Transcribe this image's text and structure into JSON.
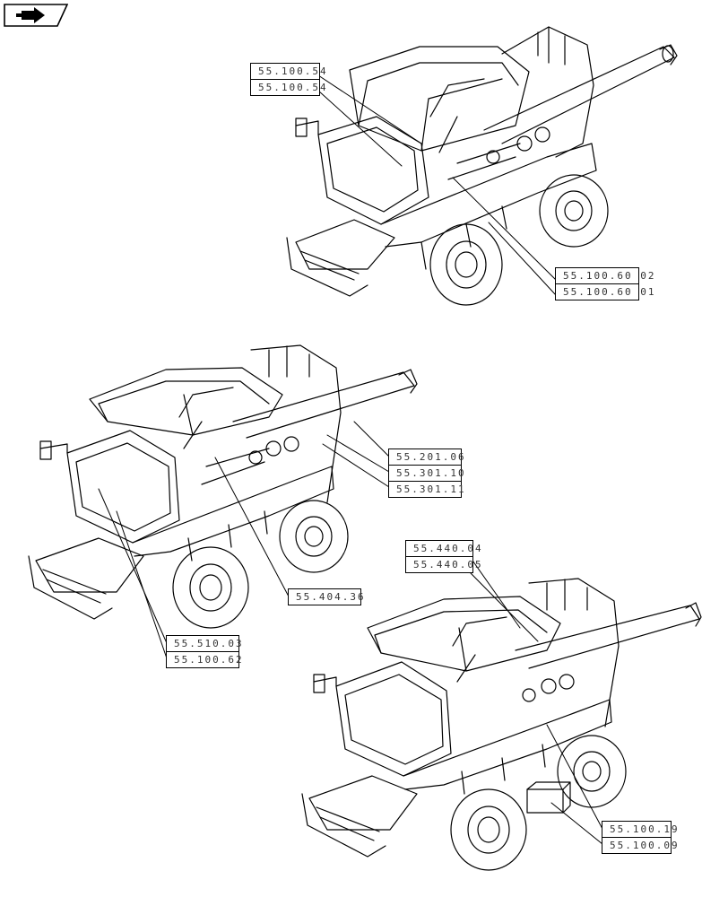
{
  "nav": {
    "icon": "next-page-arrow-icon"
  },
  "callouts": {
    "a": [
      "55.100.54",
      "55.100.54"
    ],
    "b": [
      "55.100.60 02",
      "55.100.60 01"
    ],
    "c": [
      "55.201.06",
      "55.301.10",
      "55.301.11"
    ],
    "d": [
      "55.404.36"
    ],
    "e": [
      "55.510.03",
      "55.100.62"
    ],
    "f": [
      "55.440.04",
      "55.440.05"
    ],
    "g": [
      "55.100.19",
      "55.100.09"
    ]
  }
}
